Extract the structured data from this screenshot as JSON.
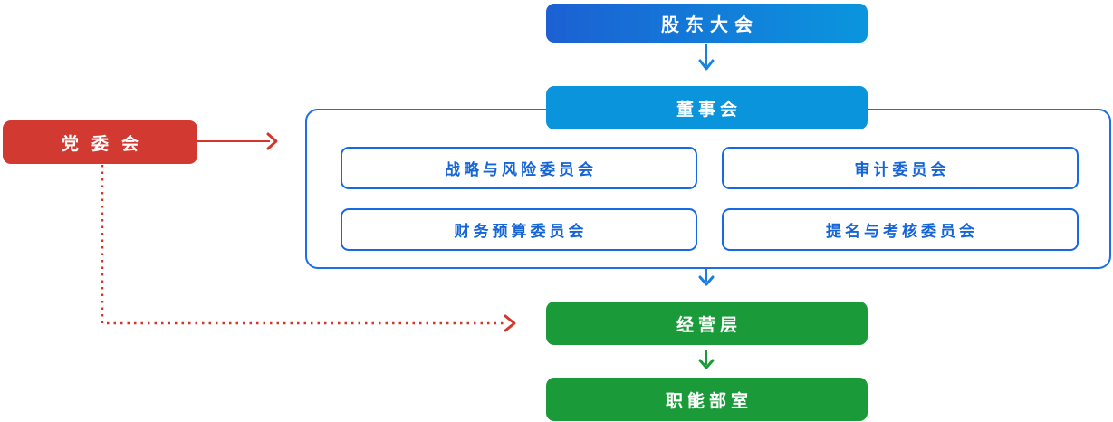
{
  "diagram_type": "corporate-governance-org-chart",
  "nodes": {
    "shareholders": {
      "label": "股东大会"
    },
    "board": {
      "label": "董事会"
    },
    "party": {
      "label": "党委会"
    },
    "committees": [
      {
        "label": "战略与风险委员会"
      },
      {
        "label": "审计委员会"
      },
      {
        "label": "财务预算委员会"
      },
      {
        "label": "提名与考核委员会"
      }
    ],
    "management": {
      "label": "经营层"
    },
    "departments": {
      "label": "职能部室"
    }
  },
  "connections": [
    {
      "from": "股东大会",
      "to": "董事会",
      "style": "solid",
      "direction": "down",
      "color": "#1583dd"
    },
    {
      "from": "董事会",
      "to": "经营层",
      "style": "solid",
      "direction": "down",
      "color": "#1a7ee0"
    },
    {
      "from": "经营层",
      "to": "职能部室",
      "style": "solid",
      "direction": "down",
      "color": "#1a9a38"
    },
    {
      "from": "党委会",
      "to": "董事会",
      "style": "solid",
      "direction": "right",
      "color": "#d3372c"
    },
    {
      "from": "党委会",
      "to": "经营层",
      "style": "dotted",
      "direction": "down-right",
      "color": "#d3372c"
    }
  ],
  "colors": {
    "shareholders_gradient_left": "#1c60d3",
    "shareholders_gradient_right": "#0a96de",
    "board_blue": "#0994dc",
    "container_border_blue": "#1a6ee8",
    "committee_border_blue": "#1668e3",
    "committee_text_blue": "#1565d8",
    "party_red": "#d23931",
    "green": "#1a9a38",
    "background": "#ffffff"
  }
}
